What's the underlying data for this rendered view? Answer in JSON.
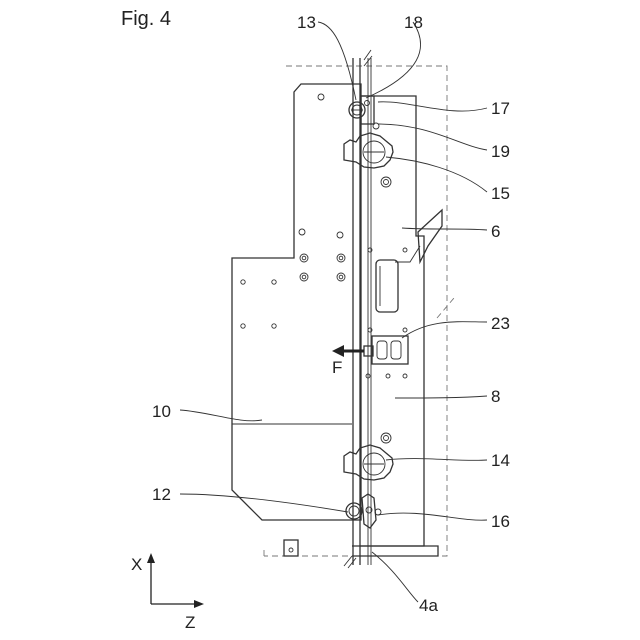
{
  "figure": {
    "title": "Fig. 4",
    "labels": {
      "n13": "13",
      "n18": "18",
      "n17": "17",
      "n19": "19",
      "n15": "15",
      "n6": "6",
      "n23": "23",
      "F": "F",
      "n10": "10",
      "n8": "8",
      "n14": "14",
      "n12": "12",
      "n16": "16",
      "n4a": "4a"
    },
    "axes": {
      "x": "X",
      "z": "Z"
    }
  }
}
